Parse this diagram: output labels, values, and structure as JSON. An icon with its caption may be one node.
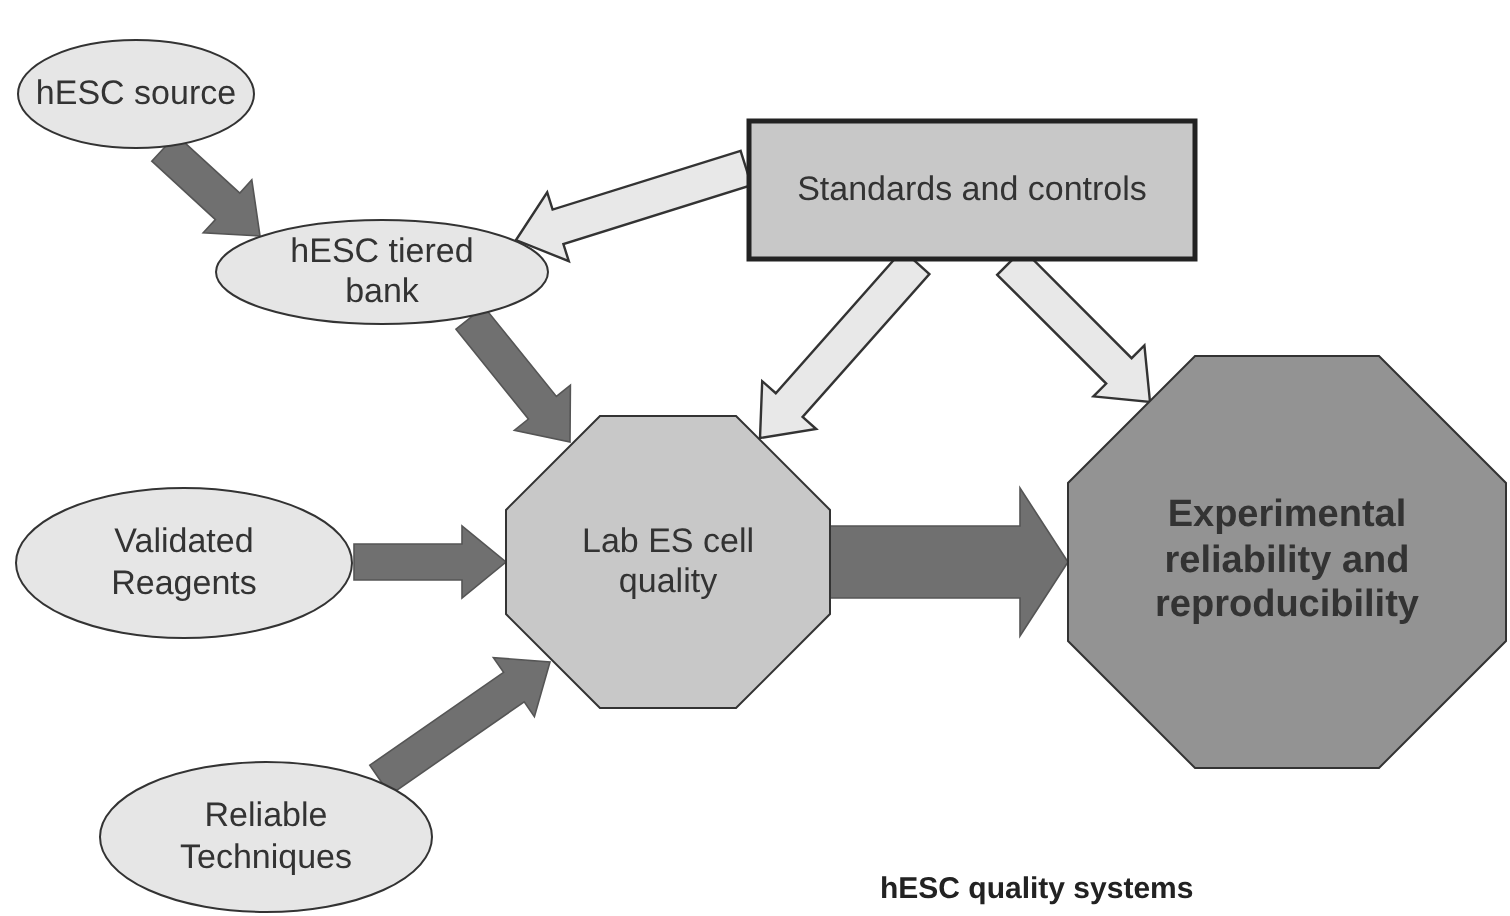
{
  "diagram": {
    "caption": "hESC quality systems",
    "nodes": [
      {
        "text": [
          "hESC source"
        ]
      },
      {
        "text": [
          "hESC tiered bank"
        ]
      },
      {
        "text": [
          "Standards and controls"
        ]
      },
      {
        "text": [
          "Validated Reagents"
        ]
      },
      {
        "text": [
          "Lab ES cell quality"
        ]
      },
      {
        "text": [
          "Reliable Techniques"
        ]
      },
      {
        "text": [
          "Experimental reliability and reproducibility"
        ]
      }
    ],
    "edges": [
      {
        "from": 0,
        "to": 1,
        "arrow": "to"
      },
      {
        "from": 2,
        "to": 1,
        "arrow": "to",
        "color": "#e8e8e8"
      },
      {
        "from": 2,
        "to": 4,
        "arrow": "to",
        "color": "#e8e8e8"
      },
      {
        "from": 2,
        "to": 6,
        "arrow": "to",
        "color": "#e8e8e8"
      },
      {
        "from": 1,
        "to": 4,
        "arrow": "to"
      },
      {
        "from": 3,
        "to": 4,
        "arrow": "to"
      },
      {
        "from": 5,
        "to": 4,
        "arrow": "to"
      },
      {
        "from": 4,
        "to": 6,
        "arrow": "to",
        "style": "thick"
      }
    ]
  }
}
